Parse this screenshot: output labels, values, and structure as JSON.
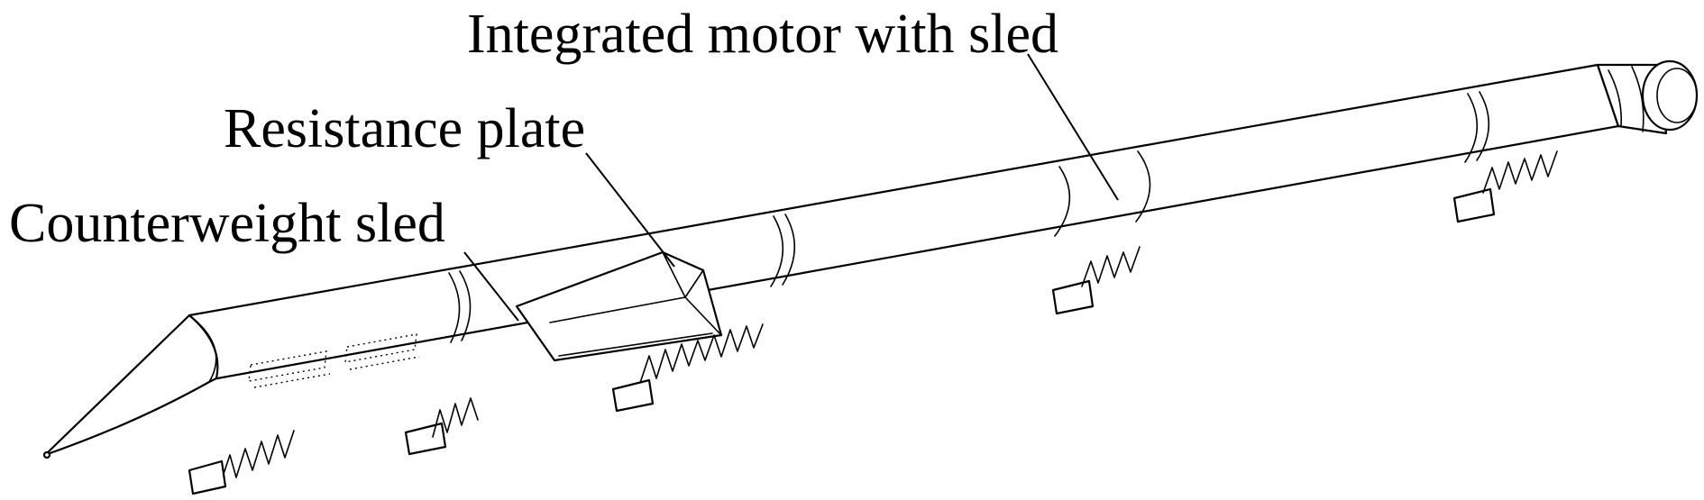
{
  "labels": {
    "integrated_motor": "Integrated motor with sled",
    "resistance_plate": "Resistance plate",
    "counterweight_sled": "Counterweight sled"
  },
  "colors": {
    "line": "#000000",
    "background": "#ffffff"
  }
}
